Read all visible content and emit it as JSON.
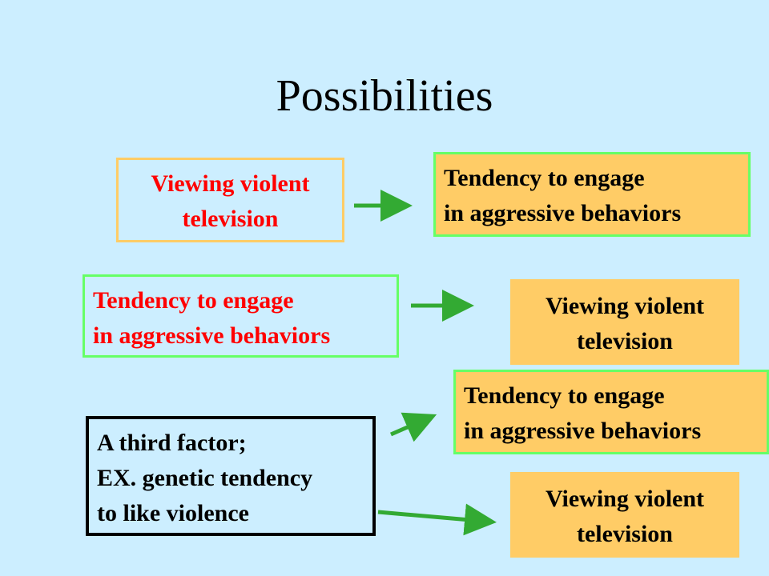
{
  "title": "Possibilities",
  "colors": {
    "background": "#cceeff",
    "orange_fill": "#ffcc66",
    "green_border": "#66ff66",
    "red_text": "#ff0000",
    "arrow": "#33aa33"
  },
  "rows": [
    {
      "cause": [
        "Viewing violent",
        "television"
      ],
      "effect": [
        "Tendency to engage",
        "in aggressive behaviors"
      ]
    },
    {
      "cause": [
        "Tendency to engage",
        "in aggressive behaviors"
      ],
      "effect": [
        "Viewing violent",
        "television"
      ]
    },
    {
      "cause": [
        "A third factor;",
        "EX. genetic tendency",
        "to like violence"
      ],
      "effect_top": [
        "Tendency to engage",
        "in aggressive behaviors"
      ],
      "effect_bottom": [
        "Viewing violent",
        "television"
      ]
    }
  ]
}
